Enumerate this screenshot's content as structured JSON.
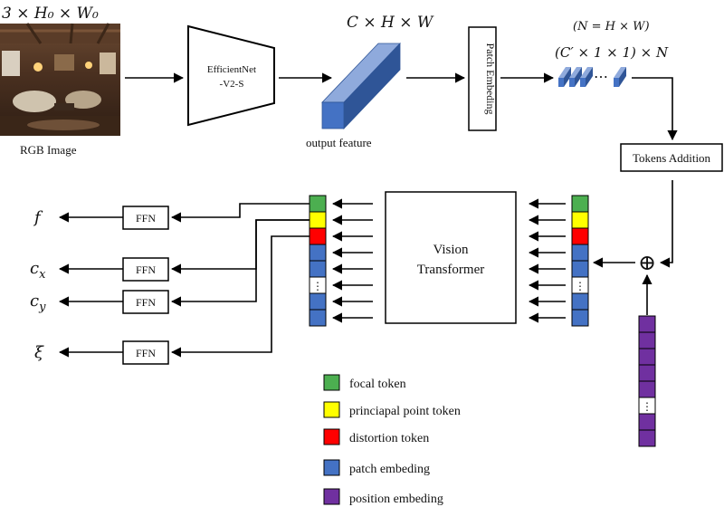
{
  "diagram": {
    "input": {
      "dims_label": "3 × H₀ × W₀",
      "caption": "RGB Image"
    },
    "backbone": {
      "line1": "EfficientNet",
      "line2": "-V2-S"
    },
    "feature": {
      "dims_label": "C × H × W",
      "caption": "output feature"
    },
    "patch_embedding": {
      "label": "Patch Embeding"
    },
    "tokens": {
      "n_label": "(N = H × W)",
      "shape_label": "(C′ × 1 × 1) × N",
      "ellipsis": "⋯"
    },
    "tokens_addition": {
      "label": "Tokens Addition"
    },
    "transformer": {
      "line1": "Vision",
      "line2": "Transformer"
    },
    "plus_symbol": "⊕",
    "column_ellipsis": "⋮",
    "ffn_label": "FFN",
    "outputs": [
      {
        "symbol": "f",
        "sub": ""
      },
      {
        "symbol": "c",
        "sub": "x"
      },
      {
        "symbol": "c",
        "sub": "y"
      },
      {
        "symbol": "ξ",
        "sub": ""
      }
    ],
    "legend": [
      {
        "label": "focal token",
        "color": "#4caf50"
      },
      {
        "label": "princiapal point token",
        "color": "#ffff00"
      },
      {
        "label": "distortion token",
        "color": "#ff0000"
      },
      {
        "label": "patch embeding",
        "color": "#4472c4"
      },
      {
        "label": "position embeding",
        "color": "#7030a0"
      }
    ],
    "colors": {
      "focal": "#4caf50",
      "principal": "#ffff00",
      "distortion": "#ff0000",
      "patch": "#4472c4",
      "position": "#7030a0",
      "feature_front": "#4472c4",
      "feature_top": "#8faadc",
      "feature_side": "#2f5597"
    }
  }
}
